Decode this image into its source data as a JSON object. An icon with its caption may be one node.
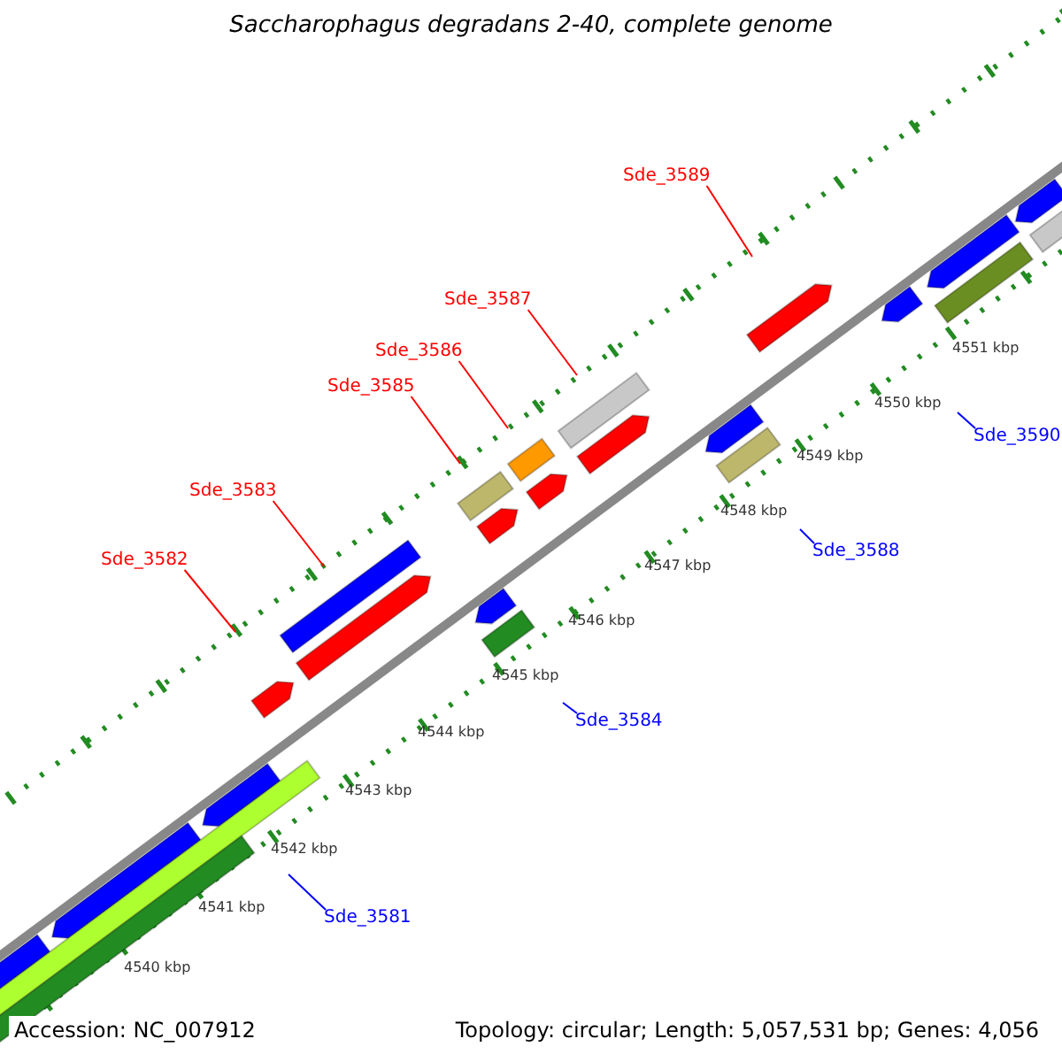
{
  "diagram": {
    "title": "Saccharophagus degradans 2-40, complete genome",
    "nodes": [
      {
        "text": [
          "Sde_3589"
        ]
      },
      {
        "text": [
          "Sde_3587"
        ]
      },
      {
        "text": [
          "Sde_3586"
        ]
      },
      {
        "text": [
          "Sde_3585"
        ]
      },
      {
        "text": [
          "Sde_3583"
        ]
      },
      {
        "text": [
          "Sde_3582"
        ]
      },
      {
        "text": [
          "Sde_3590"
        ]
      },
      {
        "text": [
          "Sde_3588"
        ]
      },
      {
        "text": [
          "Sde_3584"
        ]
      },
      {
        "text": [
          "Sde_3581"
        ]
      }
    ],
    "edges": [
      {
        "from": 0,
        "to": null,
        "arrow": "none",
        "color": "#ff0000"
      },
      {
        "from": 1,
        "to": null,
        "arrow": "none",
        "color": "#ff0000"
      },
      {
        "from": 2,
        "to": null,
        "arrow": "none",
        "color": "#ff0000"
      },
      {
        "from": 3,
        "to": null,
        "arrow": "none",
        "color": "#ff0000"
      },
      {
        "from": 4,
        "to": null,
        "arrow": "none",
        "color": "#ff0000"
      },
      {
        "from": 5,
        "to": null,
        "arrow": "none",
        "color": "#ff0000"
      },
      {
        "from": 6,
        "to": null,
        "arrow": "none",
        "color": "#0000ff"
      },
      {
        "from": 7,
        "to": null,
        "arrow": "none",
        "color": "#0000ff"
      },
      {
        "from": 8,
        "to": null,
        "arrow": "none",
        "color": "#0000ff"
      },
      {
        "from": 9,
        "to": null,
        "arrow": "none",
        "color": "#0000ff"
      }
    ],
    "labels": [
      "4551 kbp",
      "4550 kbp",
      "4549 kbp",
      "4548 kbp",
      "4547 kbp",
      "4546 kbp",
      "4545 kbp",
      "4544 kbp",
      "4543 kbp",
      "4542 kbp",
      "4541 kbp",
      "4540 kbp",
      "Accession: NC_007912",
      "Topology: circular; Length: 5,057,531 bp; Genes: 4,056"
    ]
  }
}
